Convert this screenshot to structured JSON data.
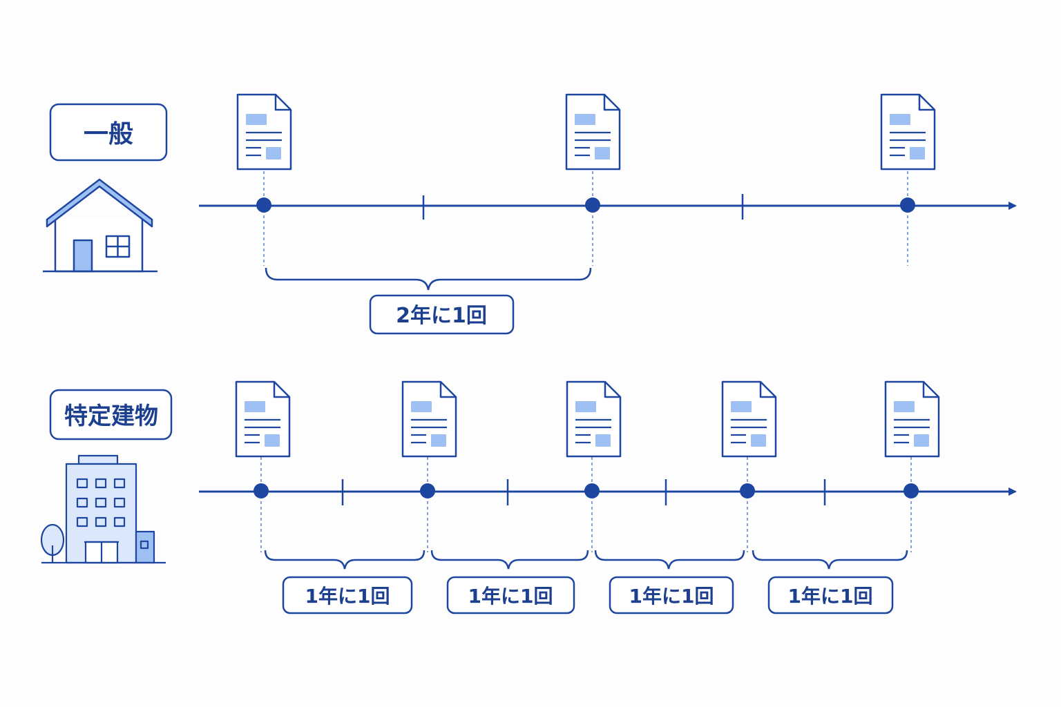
{
  "colors": {
    "primary": "#1d46a0",
    "light_fill": "#dbe7fb",
    "accent_fill": "#9ec0f2",
    "background": "#fdfdfd"
  },
  "general": {
    "label": "一般",
    "icon": "house-icon",
    "interval_labels": [
      "2年に1回"
    ]
  },
  "specific": {
    "label": "特定建物",
    "icon": "office-building-icon",
    "interval_labels": [
      "1年に1回",
      "1年に1回",
      "1年に1回",
      "1年に1回"
    ]
  }
}
